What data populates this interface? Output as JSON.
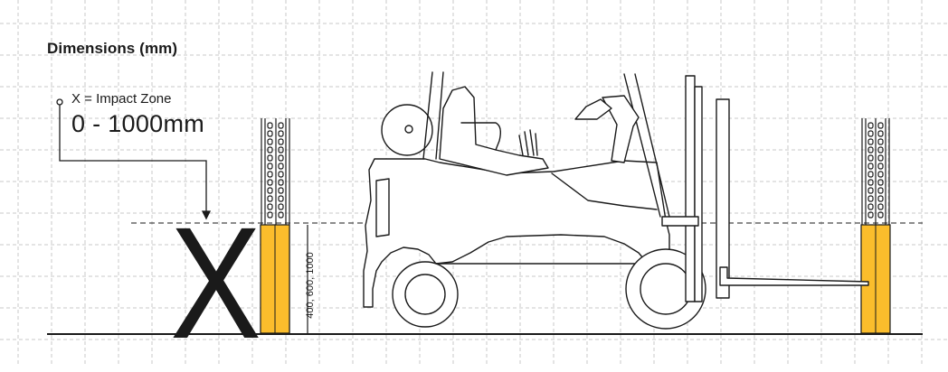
{
  "diagram": {
    "title": "Dimensions (mm)",
    "impact_zone_label": "X = Impact Zone",
    "impact_zone_range": "0 - 1000mm",
    "impact_symbol": "X",
    "barrier_heights": "400, 600, 1000"
  },
  "colors": {
    "grid": "#c9c9c9",
    "line": "#1a1a1a",
    "barrier": "#fbbd2c",
    "background": "#ffffff"
  },
  "icons": [
    "forklift-icon",
    "rack-upright-icon",
    "impact-arrow-icon"
  ]
}
